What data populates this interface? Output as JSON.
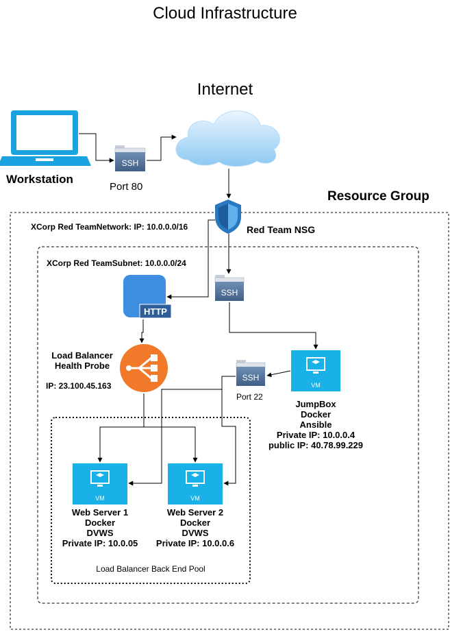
{
  "title": "Cloud  Infrastructure",
  "internet": "Internet",
  "workstation": "Workstation",
  "port80": "Port 80",
  "resource_group": "Resource Group",
  "network": "XCorp Red TeamNetwork: IP: 10.0.0.0/16",
  "nsg": "Red Team NSG",
  "subnet": "XCorp Red TeamSubnet: 10.0.0.0/24",
  "ssh_label": "SSH",
  "http_label": "HTTP",
  "vm_label": "VM",
  "load_balancer": [
    "Load Balancer",
    "Health Probe"
  ],
  "lb_ip": "IP: 23.100.45.163",
  "port22": "Port 22",
  "jumpbox": [
    "JumpBox",
    "Docker",
    "Ansible",
    "Private IP: 10.0.0.4",
    "public IP: 40.78.99.229"
  ],
  "web1": [
    "Web Server 1",
    "Docker",
    "DVWS",
    "Private IP: 10.0.05"
  ],
  "web2": [
    "Web Server 2",
    "Docker",
    "DVWS",
    "Private IP: 10.0.0.6"
  ],
  "pool": "Load Balancer Back End Pool",
  "colors": {
    "azure_blue": "#1ab0e8",
    "lb_orange": "#f07a2a",
    "shield_blue": "#1f6fb5",
    "nsg_blue": "#3b8fd9"
  }
}
